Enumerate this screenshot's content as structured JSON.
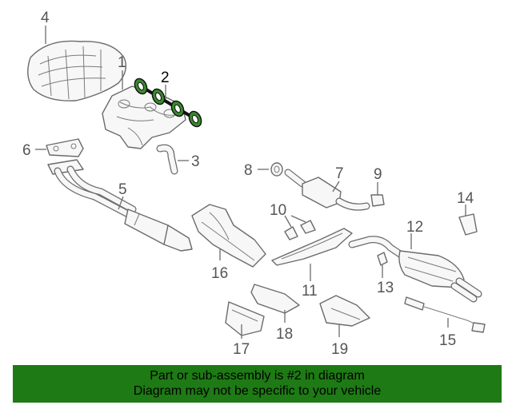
{
  "diagram": {
    "highlighted_part": "2",
    "callouts": [
      "1",
      "2",
      "3",
      "4",
      "5",
      "6",
      "7",
      "8",
      "9",
      "10",
      "11",
      "12",
      "13",
      "14",
      "15",
      "16",
      "17",
      "18",
      "19"
    ]
  },
  "banner": {
    "line1": "Part or sub-assembly is #2 in diagram",
    "line2": "Diagram may not be specific to your vehicle",
    "background_color": "#1e7a14"
  },
  "colors": {
    "highlight": "#3a8a2e",
    "line_art": "#6b6b6b"
  }
}
